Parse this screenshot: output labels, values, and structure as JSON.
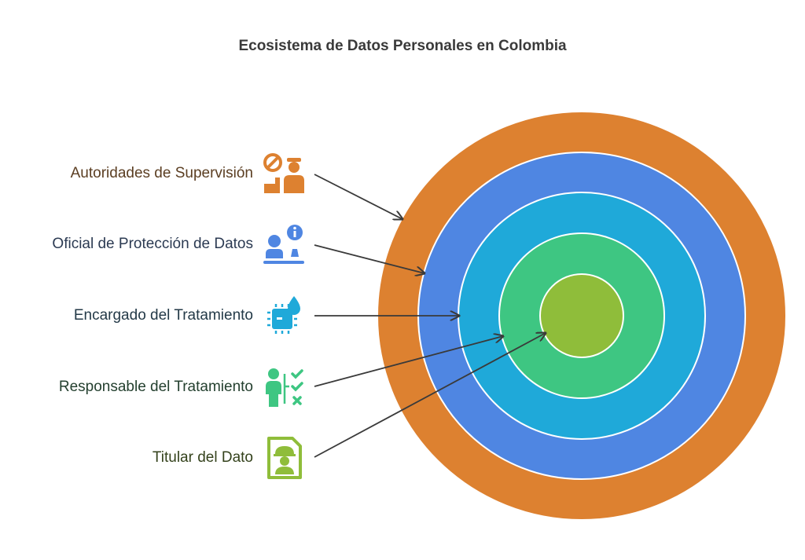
{
  "title": "Ecosistema de Datos Personales en Colombia",
  "layers": [
    {
      "label": "Autoridades de Supervisión",
      "color": "#dd8130",
      "text_color": "#5b3e22",
      "icon": "supervisor-officer-icon"
    },
    {
      "label": "Oficial de Protección de Datos",
      "color": "#4f86e2",
      "text_color": "#2b3a52",
      "icon": "officer-info-icon"
    },
    {
      "label": "Encargado del Tratamiento",
      "color": "#1fa9d9",
      "text_color": "#243a48",
      "icon": "data-processor-icon"
    },
    {
      "label": "Responsable del Tratamiento",
      "color": "#3ec682",
      "text_color": "#24402f",
      "icon": "person-checklist-icon"
    },
    {
      "label": "Titular del Dato",
      "color": "#8fbd3a",
      "text_color": "#34421c",
      "icon": "id-card-icon"
    }
  ]
}
